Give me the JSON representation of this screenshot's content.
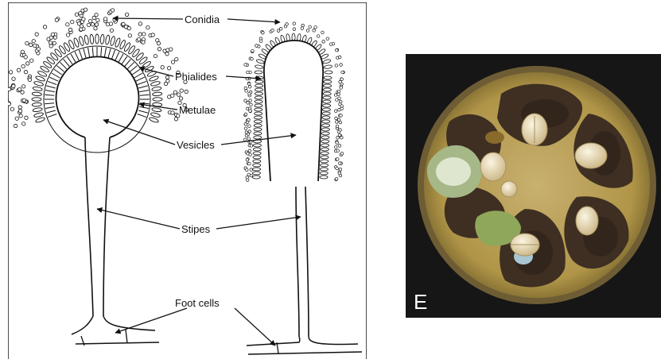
{
  "diagram": {
    "labels": {
      "conidia": "Conidia",
      "phialides": "Phialides",
      "metulae": "Metulae",
      "vesicles": "Vesicles",
      "stipes": "Stipes",
      "foot_cells": "Foot cells"
    }
  },
  "photo": {
    "panel_letter": "E",
    "colors": {
      "background": "#161616",
      "agar": "#b59a52",
      "colony_brown": "#3e2f22",
      "colony_green": "#9fb27c",
      "seed": "#e8dcb5"
    }
  }
}
